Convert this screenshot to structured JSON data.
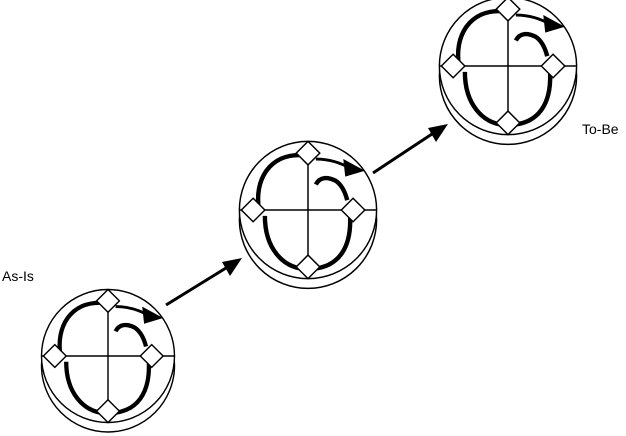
{
  "labels": {
    "start": "As-Is",
    "end": "To-Be"
  },
  "colors": {
    "stroke": "#000000",
    "background": "#ffffff"
  },
  "stages": 3,
  "transition_arrows": 2,
  "icon": "cycle-wheel-icon"
}
